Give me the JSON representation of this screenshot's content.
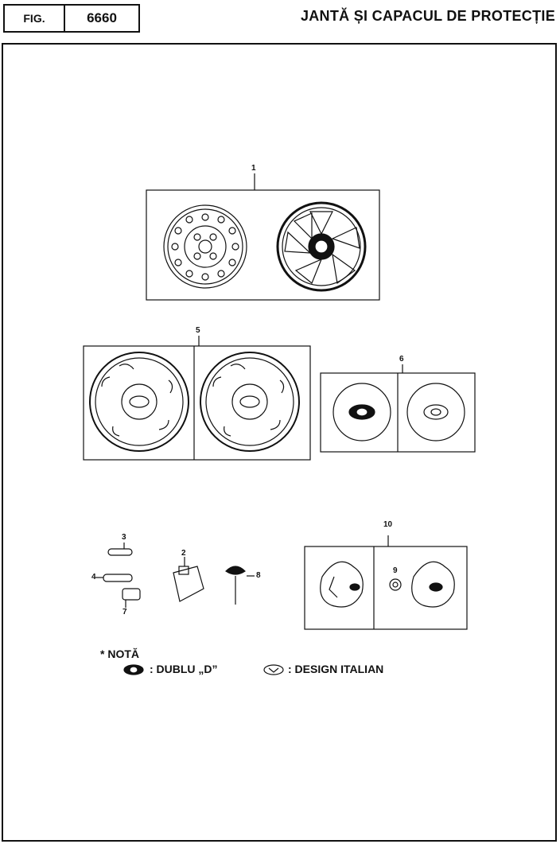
{
  "header": {
    "fig_label": "FIG.",
    "fig_number": "6660",
    "title": "JANTĂ ȘI CAPACUL DE PROTECȚIE"
  },
  "callouts": {
    "c1": "1",
    "c2": "2",
    "c3": "3",
    "c4": "4",
    "c5": "5",
    "c6": "6",
    "c7": "7",
    "c8": "8",
    "c9": "9",
    "c10": "10"
  },
  "note": {
    "heading": "* NOTĂ",
    "double_d": ": DUBLU „D”",
    "italian_design": ": DESIGN ITALIAN"
  },
  "icons": {
    "double_d_symbol": "double-d-emblem-icon",
    "italian_symbol": "italian-design-emblem-icon"
  }
}
